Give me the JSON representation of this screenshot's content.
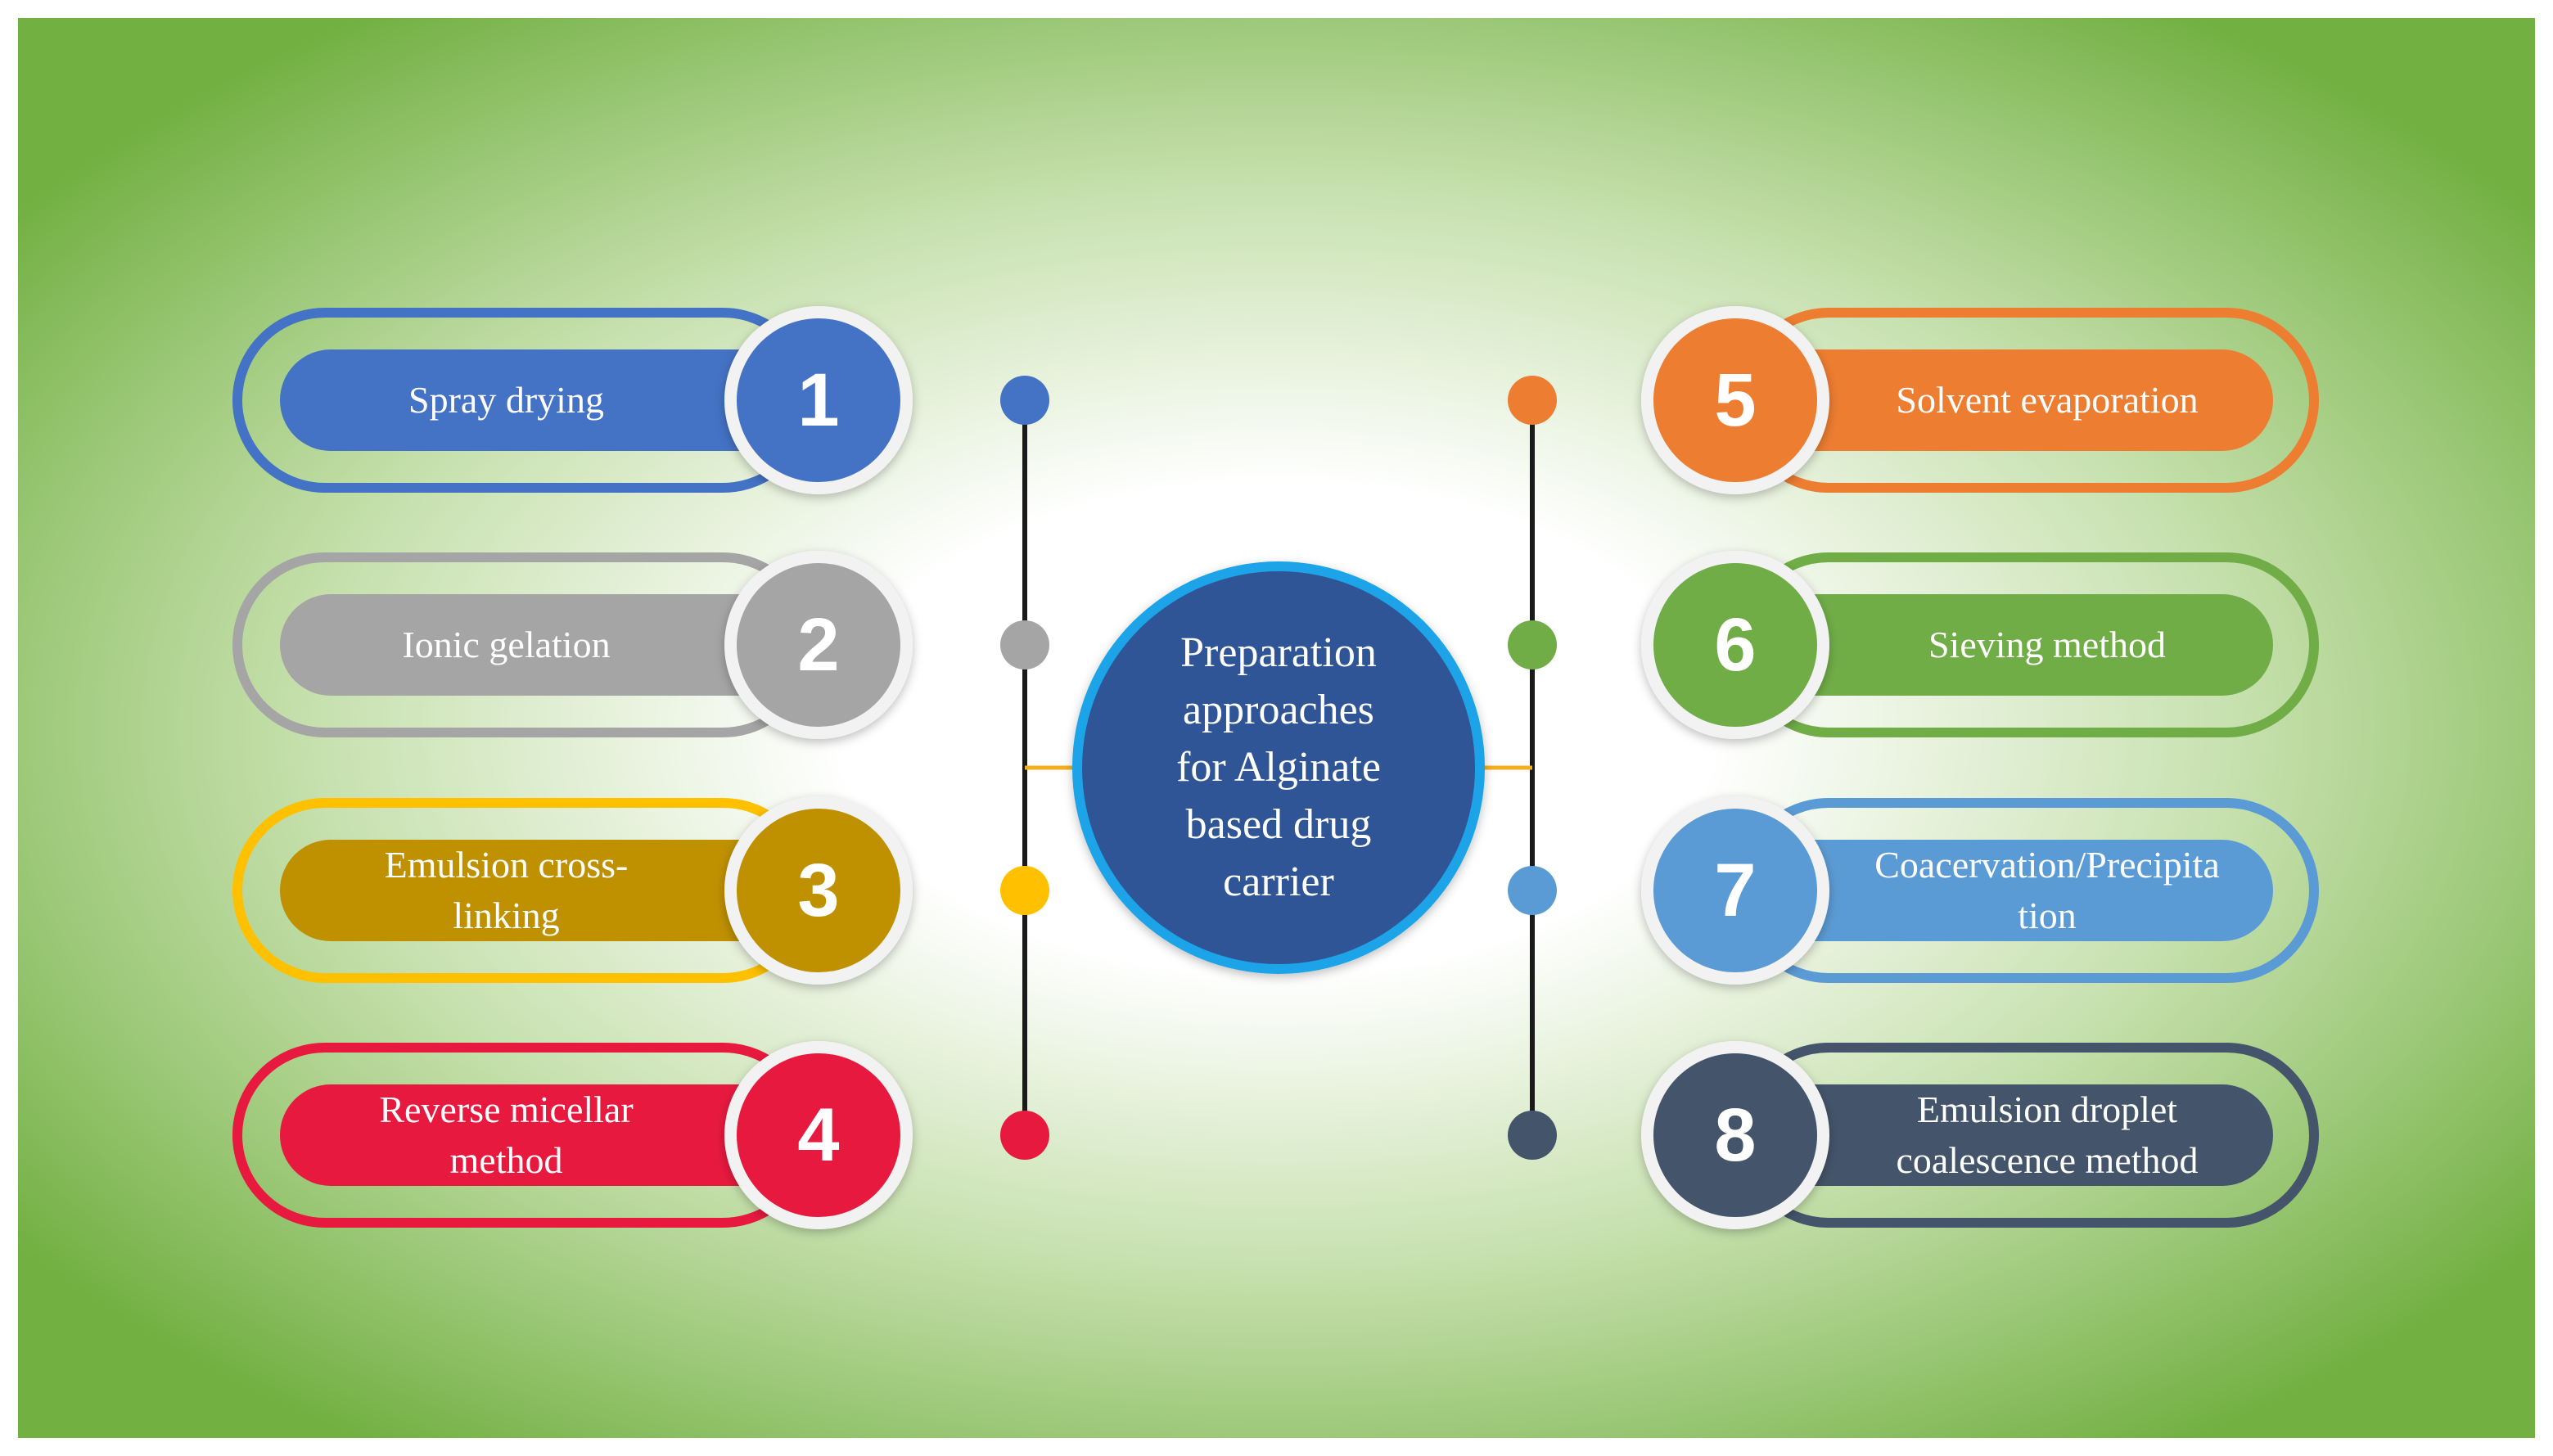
{
  "center": {
    "title": "Preparation\napproaches\nfor Alginate\nbased drug\ncarrier"
  },
  "items": [
    {
      "num": "1",
      "label": "Spray drying",
      "color": "#4472c4",
      "ring": "#4472c4"
    },
    {
      "num": "2",
      "label": "Ionic gelation",
      "color": "#a5a5a5",
      "ring": "#a5a5a5"
    },
    {
      "num": "3",
      "label": "Emulsion cross-\nlinking",
      "color": "#bf9000",
      "ring": "#ffc000"
    },
    {
      "num": "4",
      "label": "Reverse micellar\nmethod",
      "color": "#e8193f",
      "ring": "#e8193f"
    },
    {
      "num": "5",
      "label": "Solvent evaporation",
      "color": "#ed7d31",
      "ring": "#ed7d31"
    },
    {
      "num": "6",
      "label": "Sieving method",
      "color": "#70ad47",
      "ring": "#70ad47"
    },
    {
      "num": "7",
      "label": "Coacervation/Precipita\ntion",
      "color": "#5b9bd5",
      "ring": "#5b9bd5"
    },
    {
      "num": "8",
      "label": "Emulsion droplet\ncoalescence method",
      "color": "#44546a",
      "ring": "#44546a"
    }
  ],
  "colors": {
    "background_edge": "#72b042",
    "center_fill": "#2f5597",
    "center_ring": "#1aa3e8",
    "connector": "#f2b01e",
    "timeline_line": "#1a1a1a"
  }
}
